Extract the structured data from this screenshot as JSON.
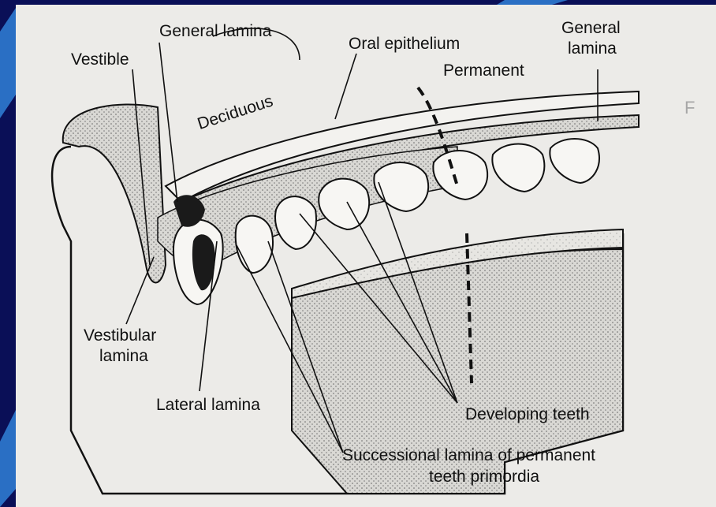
{
  "colors": {
    "slide_bg": "#0a0f57",
    "accent": "#2a6fc4",
    "paper": "#ecebe8",
    "ink": "#111111"
  },
  "labels": {
    "vestible": "Vestible",
    "general_lamina_left": "General lamina",
    "oral_epithelium": "Oral epithelium",
    "general_lamina_right_1": "General",
    "general_lamina_right_2": "lamina",
    "permanent": "Permanent",
    "deciduous": "Deciduous",
    "vestibular_lamina_1": "Vestibular",
    "vestibular_lamina_2": "lamina",
    "lateral_lamina": "Lateral lamina",
    "developing_teeth": "Developing teeth",
    "successional_lamina_1": "Successional lamina of permanent",
    "successional_lamina_2": "teeth primordia"
  }
}
